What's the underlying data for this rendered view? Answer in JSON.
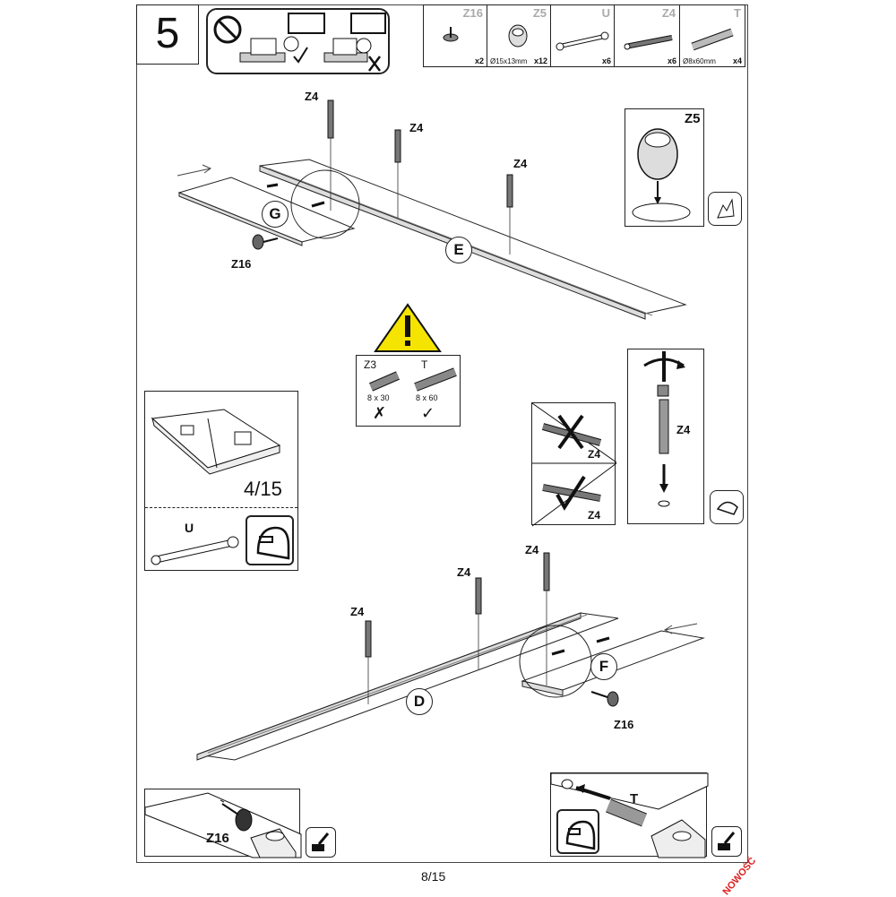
{
  "step": {
    "number": "5"
  },
  "parts_table": [
    {
      "code": "Z16",
      "qty": "x2",
      "dim": ""
    },
    {
      "code": "Z5",
      "qty": "x12",
      "dim": "Ø15x13mm"
    },
    {
      "code": "U",
      "qty": "x6",
      "dim": ""
    },
    {
      "code": "Z4",
      "qty": "x6",
      "dim": ""
    },
    {
      "code": "T",
      "qty": "x4",
      "dim": "Ø8x60mm"
    }
  ],
  "top_assembly": {
    "panel_g": "G",
    "panel_e": "E",
    "screw_labels": [
      "Z4",
      "Z4",
      "Z4"
    ],
    "foot_label": "Z16"
  },
  "detail_z5": {
    "label": "Z5"
  },
  "warning": {
    "left_code": "Z3",
    "left_dim": "8 x 30",
    "left_mark": "✗",
    "right_code": "T",
    "right_dim": "8 x 60",
    "right_mark": "✓"
  },
  "booklet": {
    "page_ref": "4/15",
    "part_label": "U"
  },
  "screw_compare": {
    "wrong_label": "Z4",
    "right_label": "Z4"
  },
  "screw_detail": {
    "label": "Z4"
  },
  "bottom_assembly": {
    "panel_d": "D",
    "panel_f": "F",
    "screw_labels": [
      "Z4",
      "Z4",
      "Z4"
    ],
    "foot_label": "Z16"
  },
  "detail_foot": {
    "label": "Z16"
  },
  "detail_dowel": {
    "label": "T"
  },
  "footer": {
    "page": "8/15",
    "stamp": "NOWOŚĆ"
  }
}
